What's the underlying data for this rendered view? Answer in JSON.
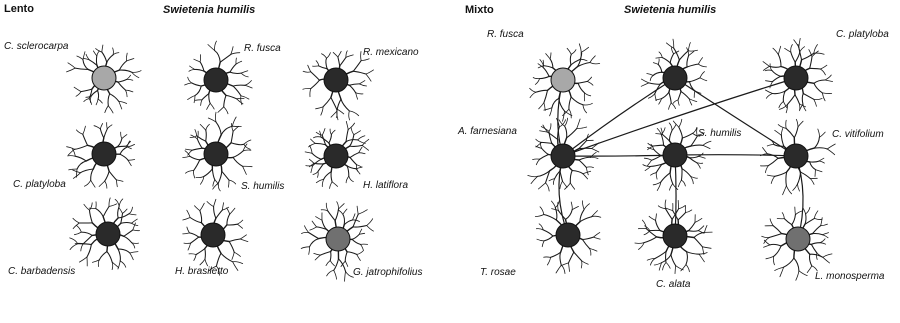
{
  "colors": {
    "dark_node": "#2a2a2a",
    "medium_node": "#707070",
    "light_node": "#a8a8a8",
    "branch": "#1a1a1a"
  },
  "panels": [
    {
      "label": "Lento",
      "title": "Swietenia humilis",
      "nodes": [
        {
          "name": "C. sclerocarpa",
          "tone": "light"
        },
        {
          "name": "R. fusca",
          "tone": "dark"
        },
        {
          "name": "R. mexicano",
          "tone": "dark"
        },
        {
          "name": "C. platyloba",
          "tone": "dark"
        },
        {
          "name": "S. humilis",
          "tone": "dark"
        },
        {
          "name": "H. latiflora",
          "tone": "dark"
        },
        {
          "name": "C. barbadensis",
          "tone": "dark"
        },
        {
          "name": "H. brasiletto",
          "tone": "dark"
        },
        {
          "name": "G. jatrophifolius",
          "tone": "medium"
        }
      ]
    },
    {
      "label": "Mixto",
      "title": "Swietenia humilis",
      "nodes": [
        {
          "name": "R. fusca",
          "tone": "light"
        },
        {
          "name": "",
          "tone": "dark"
        },
        {
          "name": "C. platyloba",
          "tone": "dark"
        },
        {
          "name": "A. farnesiana",
          "tone": "dark"
        },
        {
          "name": "S. humilis",
          "tone": "dark"
        },
        {
          "name": "C. vitifolium",
          "tone": "dark"
        },
        {
          "name": "T. rosae",
          "tone": "dark"
        },
        {
          "name": "C. alata",
          "tone": "dark"
        },
        {
          "name": "L. monosperma",
          "tone": "medium"
        }
      ]
    }
  ]
}
